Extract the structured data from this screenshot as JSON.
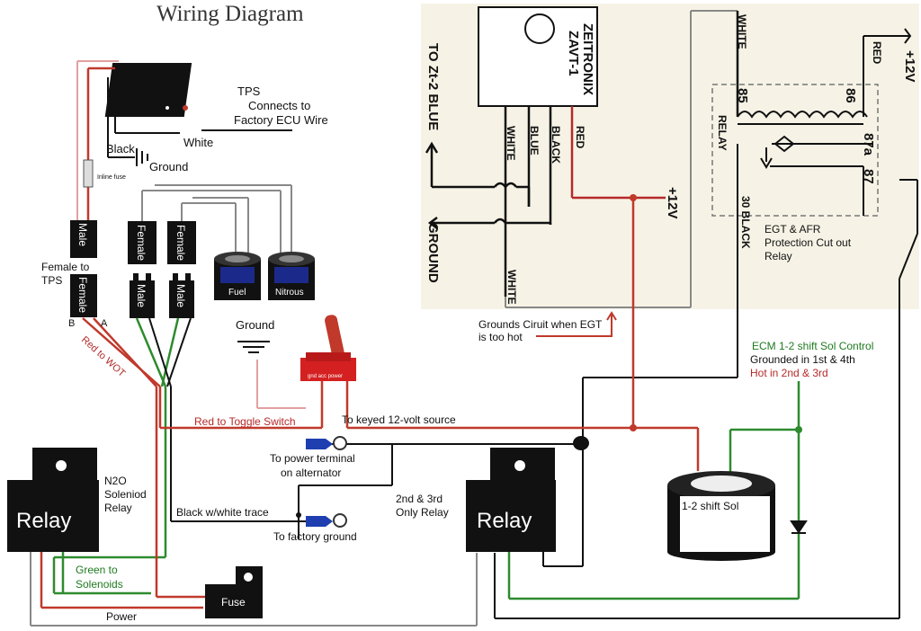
{
  "title": "Wiring Diagram",
  "tps": {
    "label": "TPS",
    "connects_line1": "Connects to",
    "connects_line2": "Factory ECU Wire",
    "white": "White",
    "black": "Black",
    "ground": "Ground",
    "inline_fuse": "Inline fuse",
    "male": "Male",
    "female_to_tps_1": "Female to",
    "female_to_tps_2": "TPS",
    "female": "Female",
    "pin_b": "B",
    "pin_a": "A",
    "red_to_wot": "Red to WOT"
  },
  "solenoids": {
    "female_1": "Female",
    "female_2": "Female",
    "male_1": "Male",
    "male_2": "Male",
    "fuel": "Fuel",
    "nitrous": "Nitrous"
  },
  "toggle": {
    "ground": "Ground",
    "red_to_toggle": "Red to Toggle Switch",
    "to_keyed": "To keyed 12-volt source",
    "pins": "gnd   acc  power"
  },
  "alternator": {
    "line1": "To power terminal",
    "line2": "on alternator"
  },
  "factory_ground": "To factory ground",
  "black_white_trace": "Black w/white trace",
  "n2o_relay": {
    "line1": "N2O",
    "line2": "Soleniod",
    "line3": "Relay",
    "relay": "Relay",
    "green_line1": "Green to",
    "green_line2": "Solenoids",
    "power": "Power",
    "fuse": "Fuse"
  },
  "second_relay": {
    "line1": "2nd & 3rd",
    "line2": "Only Relay",
    "relay": "Relay"
  },
  "shift_sol": "1-2 shift Sol",
  "ecm": {
    "line1": "ECM 1-2 shift Sol Control",
    "line2": "Grounded in 1st & 4th",
    "line3": "Hot in 2nd & 3rd"
  },
  "zeitronix": {
    "name1": "ZEITRONIX",
    "name2": "ZAVT-1",
    "white": "WHITE",
    "blue": "BLUE",
    "black": "BLACK",
    "red": "RED",
    "plus12": "+12V",
    "to_zt2": "TO Zt-2 BLUE",
    "ground": "GROUND",
    "white2": "WHITE",
    "grounds_line1": "Grounds Ciruit when EGT",
    "grounds_line2": "is too hot"
  },
  "egt_relay": {
    "white": "WHITE",
    "red": "RED",
    "plus12": "+12V",
    "relay": "RELAY",
    "p85": "85",
    "p86": "86",
    "p87a": "87a",
    "p87": "87",
    "p30": "30 BLACK",
    "desc1": "EGT & AFR",
    "desc2": "Protection Cut out",
    "desc3": "Relay"
  },
  "colors": {
    "red_wire": "#c0392b",
    "green_wire": "#2e8b2e",
    "black_wire": "#111111",
    "gray_wire": "#8a8a8a",
    "panel_bg": "#f6f3e6"
  }
}
